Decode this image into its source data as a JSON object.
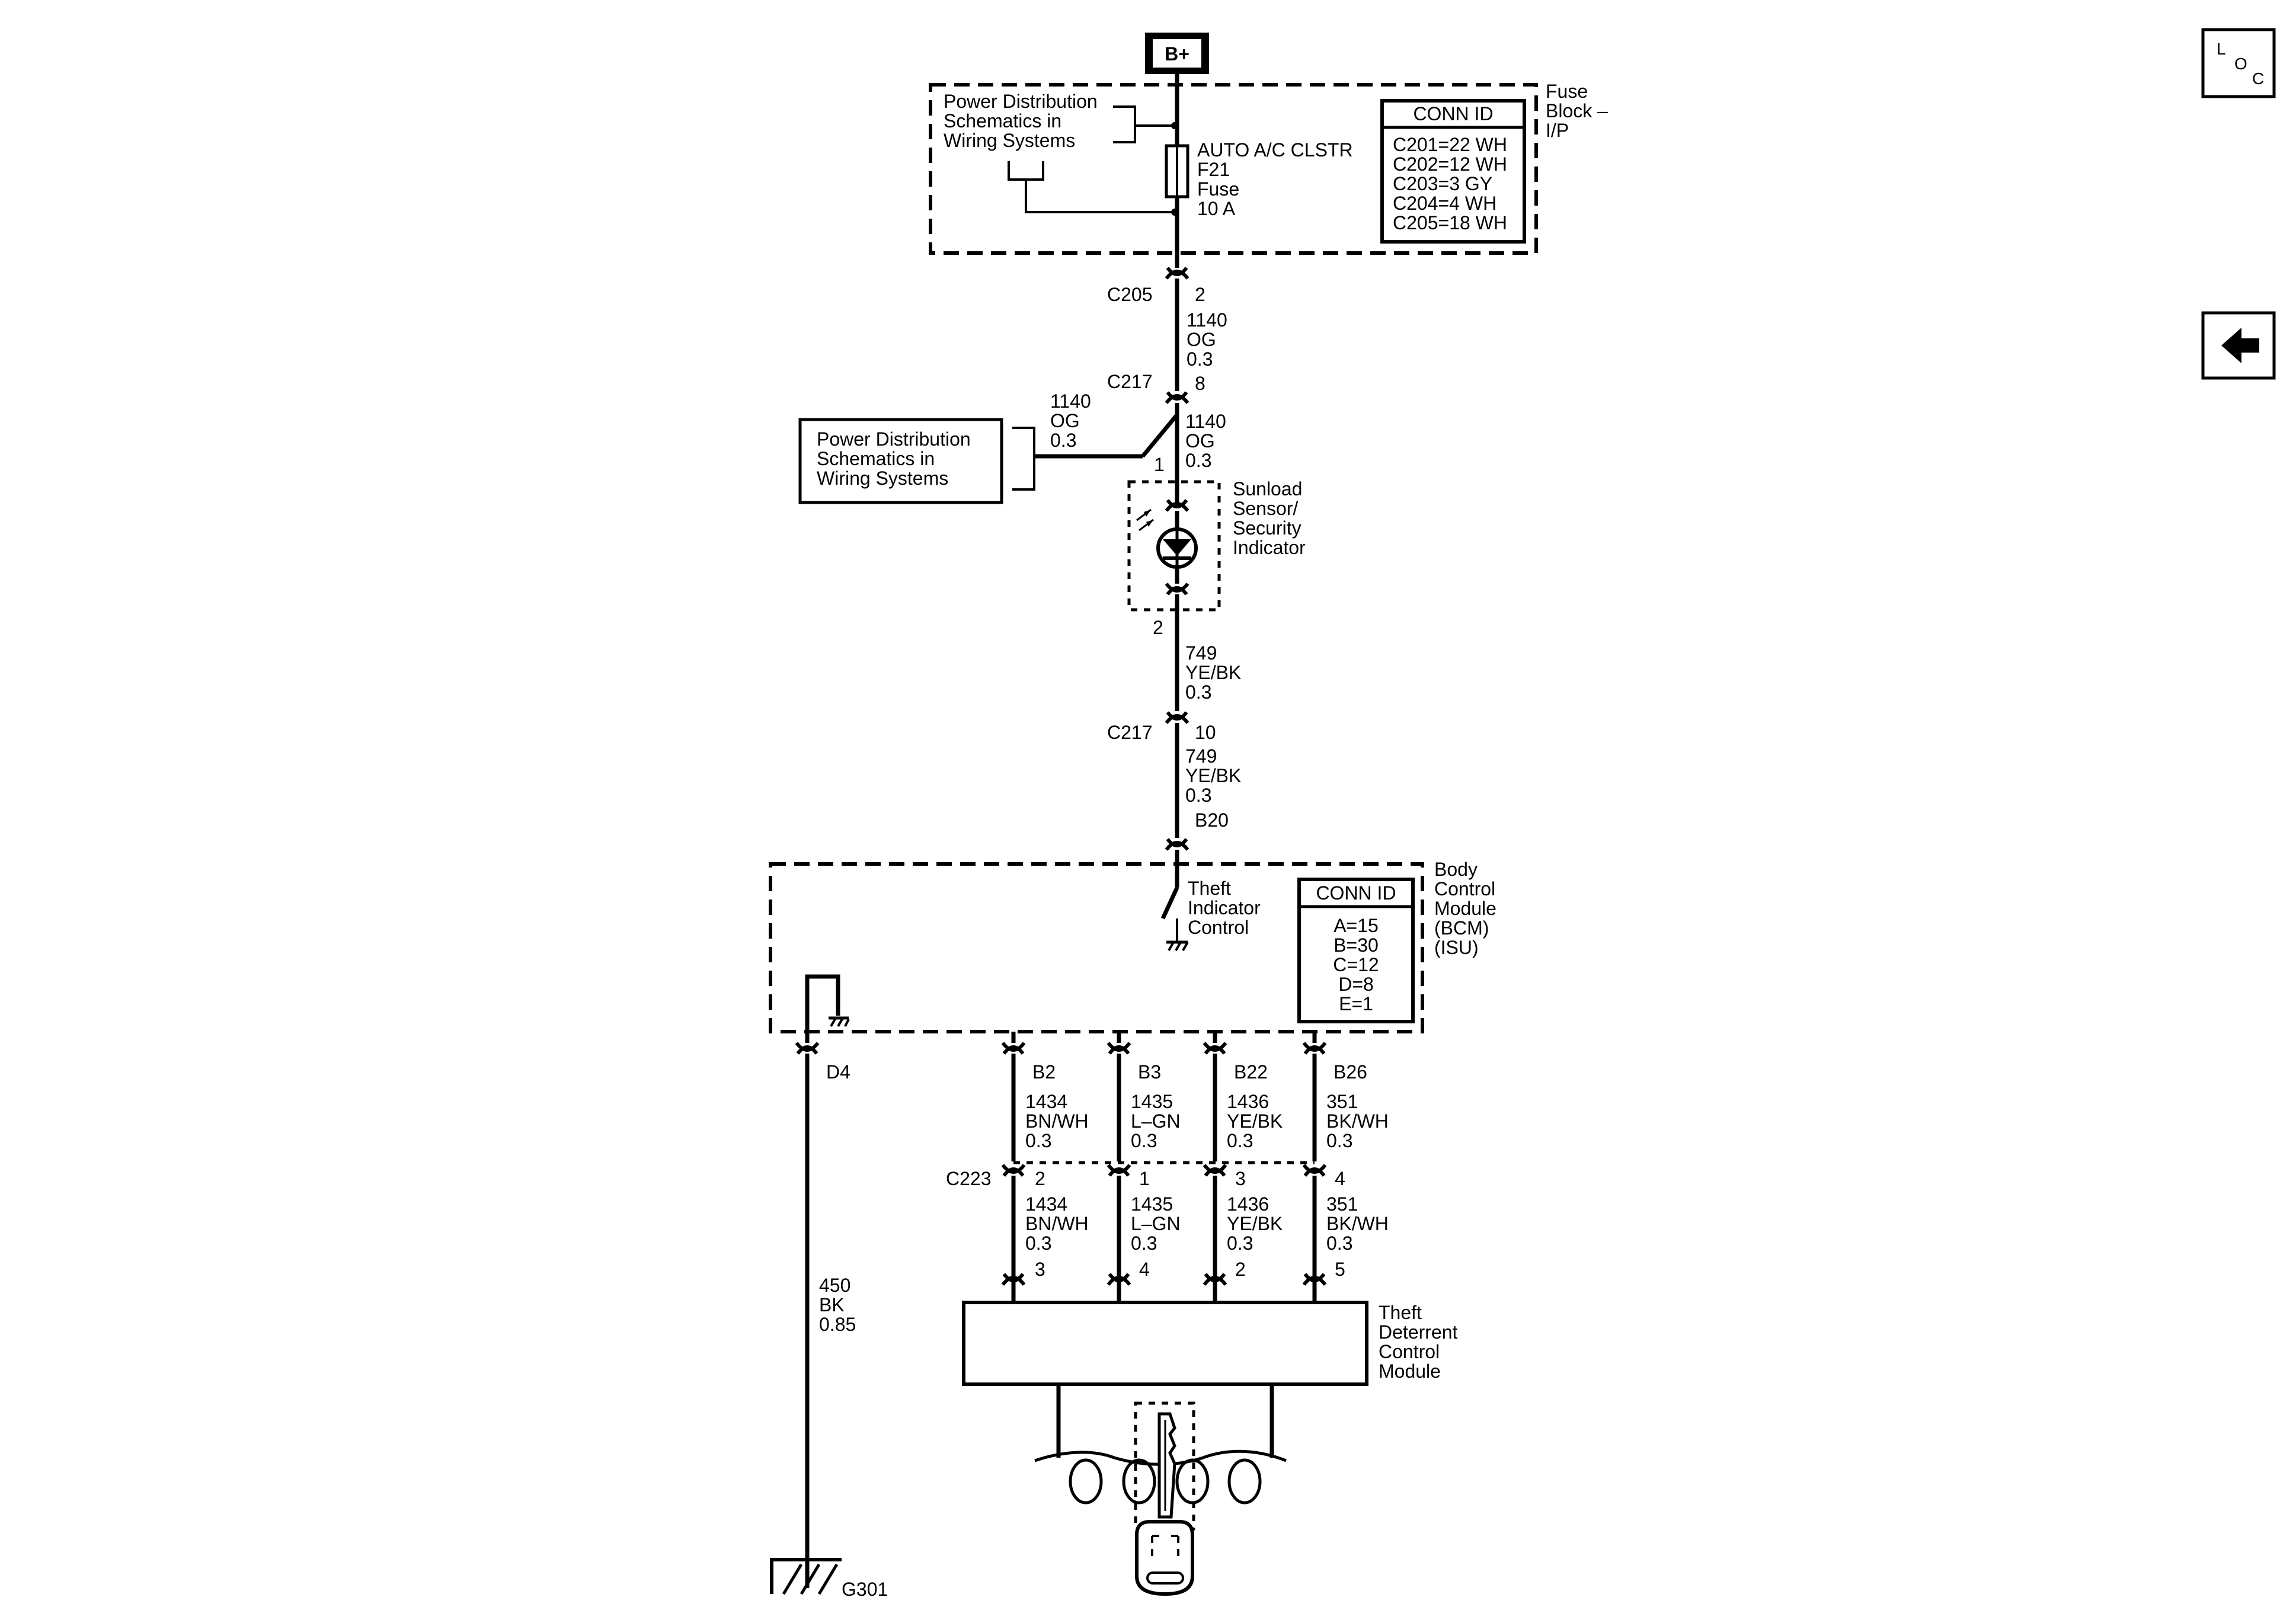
{
  "source": {
    "label": "B+"
  },
  "nav": {
    "loc_l": "L",
    "loc_o": "O",
    "loc_c": "C"
  },
  "fuse_block": {
    "name_lines": [
      "Fuse",
      "Block –",
      "I/P"
    ],
    "ref_lines": [
      "Power Distribution",
      "Schematics in",
      "Wiring Systems"
    ],
    "fuse_lines": [
      "AUTO A/C CLSTR",
      "F21",
      "Fuse",
      "10 A"
    ],
    "conn_id_title": "CONN ID",
    "conn_ids": [
      "C201=22 WH",
      "C202=12 WH",
      "C203=3 GY",
      "C204=4 WH",
      "C205=18 WH"
    ]
  },
  "c205": {
    "name": "C205",
    "pin": "2"
  },
  "wire_1140_a": [
    "1140",
    "OG",
    "0.3"
  ],
  "c217_top": {
    "name": "C217",
    "pin": "8"
  },
  "wire_1140_left": [
    "1140",
    "OG",
    "0.3"
  ],
  "wire_1140_b": [
    "1140",
    "OG",
    "0.3"
  ],
  "ref_box_lines": [
    "Power Distribution",
    "Schematics in",
    "Wiring Systems"
  ],
  "sunload": {
    "pin_top": "1",
    "pin_bottom": "2",
    "name_lines": [
      "Sunload",
      "Sensor/",
      "Security",
      "Indicator"
    ]
  },
  "wire_749_a": [
    "749",
    "YE/BK",
    "0.3"
  ],
  "c217_bottom": {
    "name": "C217",
    "pin": "10"
  },
  "wire_749_b": [
    "749",
    "YE/BK",
    "0.3"
  ],
  "bcm": {
    "pin_in": "B20",
    "switch_lines": [
      "Theft",
      "Indicator",
      "Control"
    ],
    "name_lines": [
      "Body",
      "Control",
      "Module",
      "(BCM)",
      "(ISU)"
    ],
    "conn_id_title": "CONN ID",
    "conn_ids": [
      "A=15",
      "B=30",
      "C=12",
      "D=8",
      "E=1"
    ],
    "ground_pin": "D4",
    "out_pins": [
      "B2",
      "B3",
      "B22",
      "B26"
    ]
  },
  "wires_upper": [
    [
      "1434",
      "BN/WH",
      "0.3"
    ],
    [
      "1435",
      "L–GN",
      "0.3"
    ],
    [
      "1436",
      "YE/BK",
      "0.3"
    ],
    [
      "351",
      "BK/WH",
      "0.3"
    ]
  ],
  "c223": {
    "name": "C223",
    "pins": [
      "2",
      "1",
      "3",
      "4"
    ]
  },
  "wires_lower": [
    [
      "1434",
      "BN/WH",
      "0.3"
    ],
    [
      "1435",
      "L–GN",
      "0.3"
    ],
    [
      "1436",
      "YE/BK",
      "0.3"
    ],
    [
      "351",
      "BK/WH",
      "0.3"
    ]
  ],
  "tdcm": {
    "pins": [
      "3",
      "4",
      "2",
      "5"
    ],
    "name_lines": [
      "Theft",
      "Deterrent",
      "Control",
      "Module"
    ]
  },
  "ground_wire": [
    "450",
    "BK",
    "0.85"
  ],
  "ground": {
    "name": "G301"
  }
}
